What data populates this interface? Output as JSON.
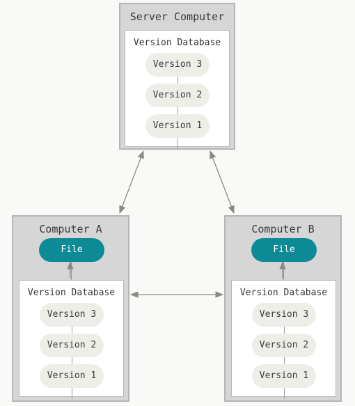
{
  "server": {
    "title": "Server Computer",
    "db_title": "Version Database",
    "versions": [
      "Version 3",
      "Version 2",
      "Version 1"
    ]
  },
  "computer_a": {
    "title": "Computer A",
    "file_label": "File",
    "db_title": "Version Database",
    "versions": [
      "Version 3",
      "Version 2",
      "Version 1"
    ]
  },
  "computer_b": {
    "title": "Computer B",
    "file_label": "File",
    "db_title": "Version Database",
    "versions": [
      "Version 3",
      "Version 2",
      "Version 1"
    ]
  },
  "colors": {
    "file_fill": "#0c8a96",
    "version_fill": "#eeeee8",
    "computer_fill": "#d6d6d6",
    "arrow": "#8a8a84"
  }
}
